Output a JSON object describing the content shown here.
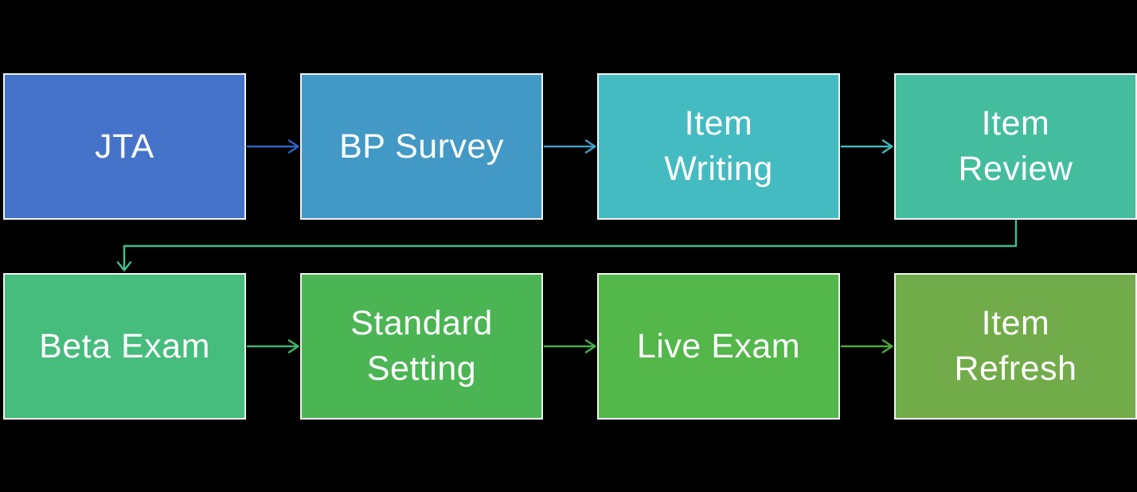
{
  "diagram": {
    "background_color": "#000000",
    "box_border_color": "#F2F2F2",
    "text_color": "#FFFFFF",
    "boxes": [
      {
        "id": "jta",
        "label": "JTA",
        "fill": "#4573C9"
      },
      {
        "id": "bp-survey",
        "label": "BP Survey",
        "fill": "#4399C6"
      },
      {
        "id": "item-writing",
        "label": "Item\nWriting",
        "fill": "#44BBC1"
      },
      {
        "id": "item-review",
        "label": "Item\nReview",
        "fill": "#44BD9E"
      },
      {
        "id": "beta-exam",
        "label": "Beta Exam",
        "fill": "#46BC7D"
      },
      {
        "id": "standard-setting",
        "label": "Standard\nSetting",
        "fill": "#4BB553"
      },
      {
        "id": "live-exam",
        "label": "Live Exam",
        "fill": "#53B74A"
      },
      {
        "id": "item-refresh",
        "label": "Item\nRefresh",
        "fill": "#72AC4A"
      }
    ],
    "connectors": [
      {
        "name": "jta-to-bp-survey-arrow",
        "color": "#2F62C4",
        "style": "straight"
      },
      {
        "name": "bp-survey-to-item-writing-arrow",
        "color": "#3E9DC6",
        "style": "straight"
      },
      {
        "name": "item-writing-to-item-review-arrow",
        "color": "#3DBAB8",
        "style": "straight"
      },
      {
        "name": "item-review-to-beta-exam-connector",
        "color": "#3EBC8D",
        "style": "elbow"
      },
      {
        "name": "beta-exam-to-standard-setting-arrow",
        "color": "#3FB66C",
        "style": "straight"
      },
      {
        "name": "standard-setting-to-live-exam-arrow",
        "color": "#43AF4C",
        "style": "straight"
      },
      {
        "name": "live-exam-to-item-refresh-arrow",
        "color": "#4FA93E",
        "style": "straight"
      }
    ]
  }
}
